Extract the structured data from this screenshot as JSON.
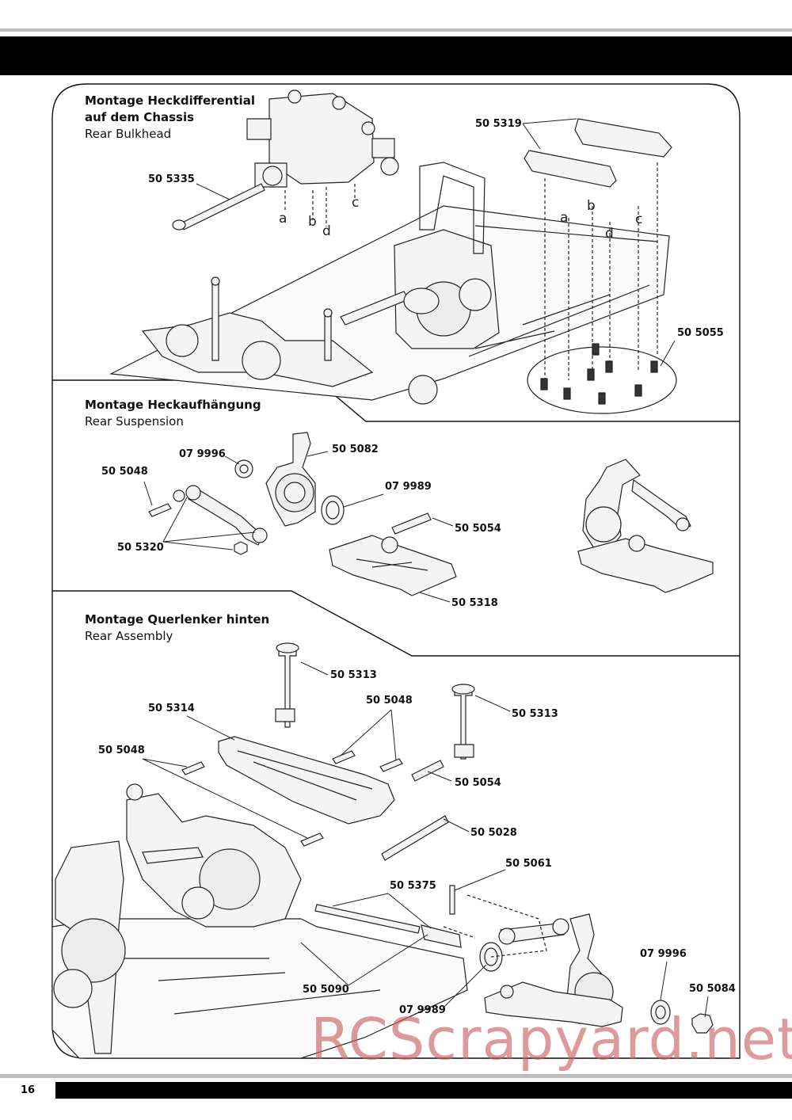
{
  "page": {
    "number": "16"
  },
  "sections": [
    {
      "title_de": "Montage Heckdifferential\nauf dem Chassis",
      "title_en": "Rear Bulkhead"
    },
    {
      "title_de": "Montage Heckaufhängung",
      "title_en": "Rear Suspension"
    },
    {
      "title_de": "Montage Querlenker hinten",
      "title_en": "Rear Assembly"
    }
  ],
  "bulkhead_labels": {
    "p1": "50 5319",
    "p2": "50 5335",
    "p3": "50 5055",
    "letters_left": [
      "a",
      "b",
      "d",
      "c"
    ],
    "letters_right": [
      "a",
      "b",
      "d",
      "c"
    ]
  },
  "suspension_labels": {
    "p1": "07 9996",
    "p2": "50 5082",
    "p3": "50 5048",
    "p4": "07 9989",
    "p5": "50 5054",
    "p6": "50 5320",
    "p7": "50 5318"
  },
  "assembly_labels": {
    "p1": "50 5313",
    "p2": "50 5314",
    "p3": "50 5048",
    "p4": "50 5313",
    "p5": "50 5048",
    "p6": "50 5054",
    "p7": "50 5028",
    "p8": "50 5061",
    "p9": "50 5375",
    "p10": "07 9996",
    "p11": "50 5084",
    "p12": "50 5090",
    "p13": "07 9989"
  },
  "watermark": "RCScrapyard.net"
}
